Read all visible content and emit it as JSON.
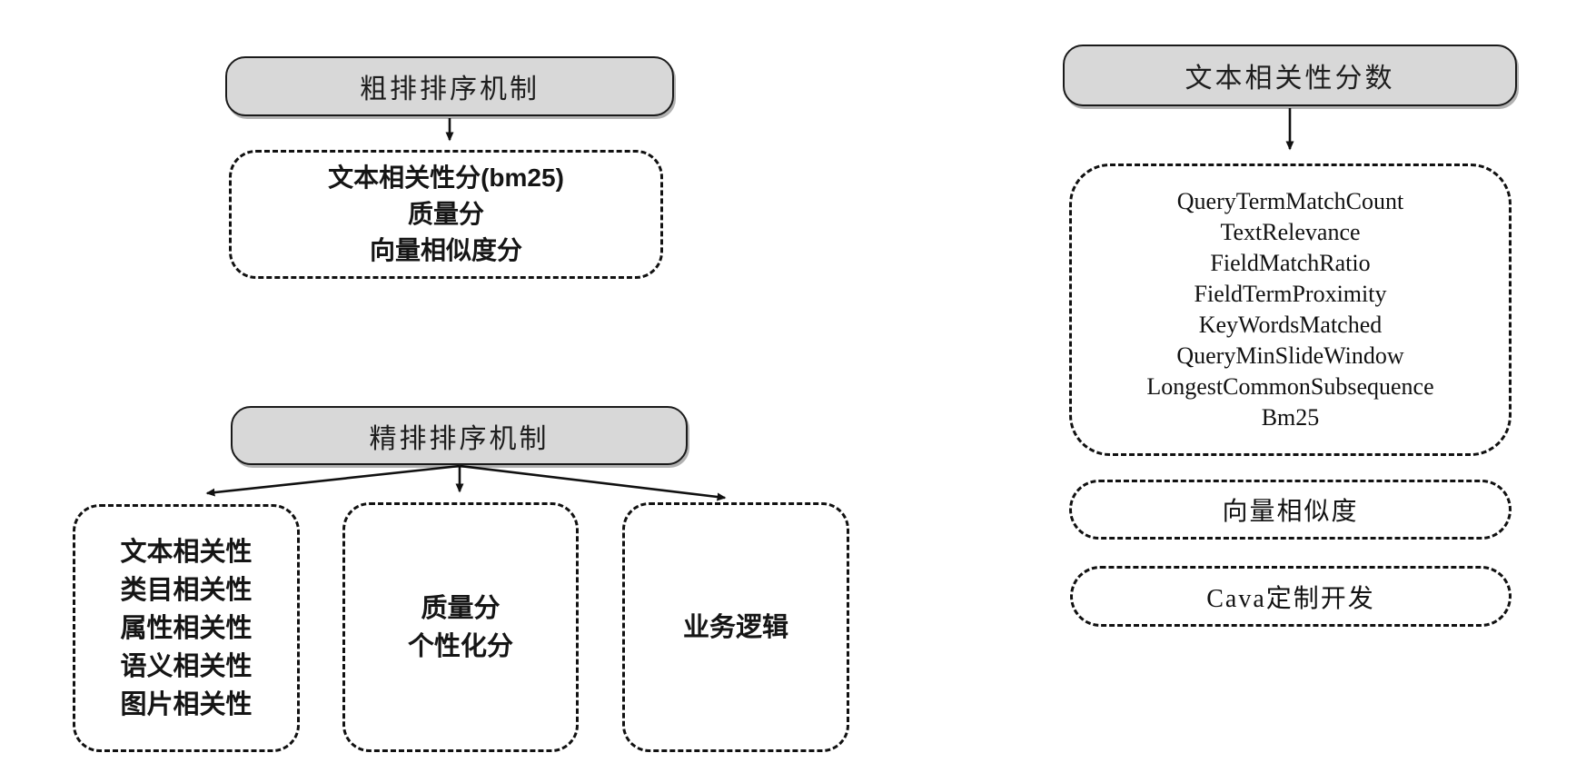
{
  "coarse": {
    "title": "粗排排序机制",
    "items": [
      "文本相关性分(bm25)",
      "质量分",
      "向量相似度分"
    ]
  },
  "fine": {
    "title": "精排排序机制",
    "relevance_items": [
      "文本相关性",
      "类目相关性",
      "属性相关性",
      "语义相关性",
      "图片相关性"
    ],
    "quality_items": [
      "质量分",
      "个性化分"
    ],
    "business_items": [
      "业务逻辑"
    ]
  },
  "text_relevance": {
    "title": "文本相关性分数",
    "features": [
      "QueryTermMatchCount",
      "TextRelevance",
      "FieldMatchRatio",
      "FieldTermProximity",
      "KeyWordsMatched",
      "QueryMinSlideWindow",
      "LongestCommonSubsequence",
      "Bm25"
    ],
    "pills": [
      "向量相似度",
      "Cava定制开发"
    ]
  },
  "colors": {
    "title_box_fill": "#d8d8d8",
    "line": "#111111",
    "background": "#ffffff"
  }
}
